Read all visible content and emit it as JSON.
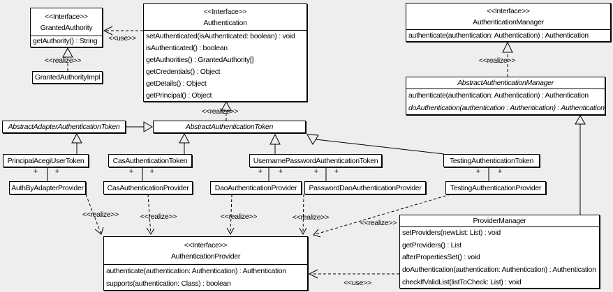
{
  "stereotypes": {
    "interface": "<<Interface>>",
    "realize": "<<realize>>",
    "use": "<<use>>",
    "plus": "+"
  },
  "classes": {
    "granted_authority": {
      "stereotype": "<<Interface>>",
      "name": "GrantedAuthority",
      "methods": [
        "getAuthority() : String"
      ]
    },
    "granted_authority_impl": {
      "name": "GrantedAuthorityImpl"
    },
    "authentication": {
      "stereotype": "<<Interface>>",
      "name": "Authentication",
      "methods": [
        "setAuthenticated(isAuthenticated: boolean) : void",
        "isAuthenticated() : boolean",
        "getAuthorities() : GrantedAuthority[]",
        "getCredentials() : Object",
        "getDetails() : Object",
        "getPrincipal() : Object"
      ]
    },
    "authentication_manager": {
      "stereotype": "<<Interface>>",
      "name": "AuthenticationManager",
      "methods": [
        "authenticate(authentication: Authentication) : Authentication"
      ]
    },
    "abstract_authentication_manager": {
      "name": "AbstractAuthenticationManager",
      "methods": [
        "authenticate(authentication: Authentication) : Authentication",
        "doAuthentication(authentication : Authentication) : Authentication"
      ]
    },
    "abstract_adapter_authentication_token": {
      "name": "AbstractAdapterAuthenticationToken"
    },
    "abstract_authentication_token": {
      "name": "AbstractAuthenticationToken"
    },
    "principal_acegi_user_token": {
      "name": "PrincipalAcegiUserToken"
    },
    "cas_authentication_token": {
      "name": "CasAuthenticationToken"
    },
    "username_password_authentication_token": {
      "name": "UsernamePasswordAuthenticationToken"
    },
    "testing_authentication_token": {
      "name": "TestingAuthenticationToken"
    },
    "auth_by_adapter_provider": {
      "name": "AuthByAdapterProvider"
    },
    "cas_authentication_provider": {
      "name": "CasAuthenticationProvider"
    },
    "dao_authentication_provider": {
      "name": "DaoAuthenticationProvider"
    },
    "password_dao_authentication_provider": {
      "name": "PasswordDaoAuthenticationProvider"
    },
    "testing_authentication_provider": {
      "name": "TestingAuthenticationProvider"
    },
    "authentication_provider": {
      "stereotype": "<<Interface>>",
      "name": "AuthenticationProvider",
      "methods": [
        "authenticate(authentication: Authentication) : Authentication",
        "supports(authentication: Class) : boolean"
      ]
    },
    "provider_manager": {
      "name": "ProviderManager",
      "methods": [
        "setProviders(newList: List) : void",
        "getProviders() : List",
        "afterPropertiesSet() : void",
        "doAuthentication(authentication: Authentication) : Authentication",
        "checkIfValidList(listToCheck: List) : void"
      ]
    }
  }
}
